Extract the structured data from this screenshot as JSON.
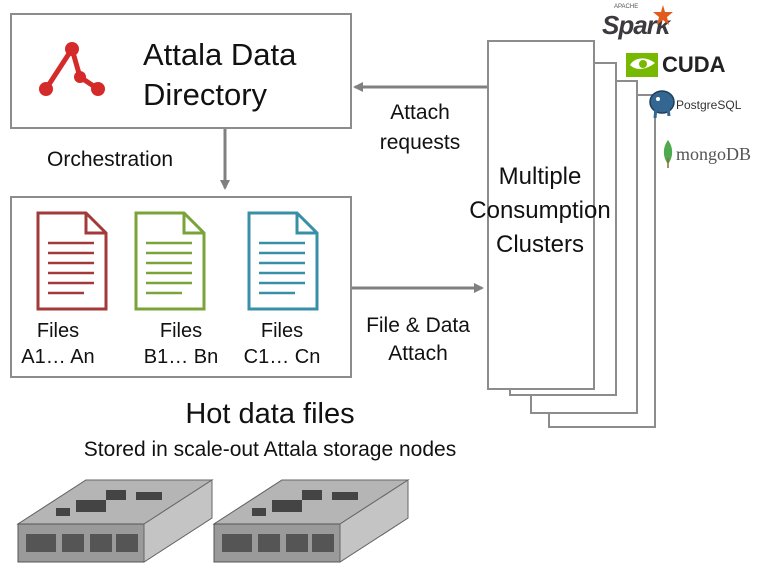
{
  "directory": {
    "line1": "Attala Data",
    "line2": "Directory"
  },
  "orchestration_label": "Orchestration",
  "attach_label": {
    "line1": "Attach",
    "line2": "requests"
  },
  "file_attach_label": {
    "line1": "File & Data",
    "line2": "Attach"
  },
  "clusters": {
    "line1": "Multiple",
    "line2": "Consumption",
    "line3": "Clusters"
  },
  "files": [
    {
      "label": "Files",
      "range": "A1… An",
      "color": "#a33a3a"
    },
    {
      "label": "Files",
      "range": "B1… Bn",
      "color": "#7aa33a"
    },
    {
      "label": "Files",
      "range": "C1… Cn",
      "color": "#3a8fa8"
    }
  ],
  "hot_title": "Hot data files",
  "hot_subtitle": "Stored in scale-out Attala storage nodes",
  "logos": {
    "spark_small": "APACHE",
    "spark": "Spark",
    "cuda": "CUDA",
    "postgres": "PostgreSQL",
    "mongo": "mongoDB"
  },
  "colors": {
    "brand_red": "#d42a2a",
    "border": "#8c8c8c",
    "arrow": "#808080"
  }
}
